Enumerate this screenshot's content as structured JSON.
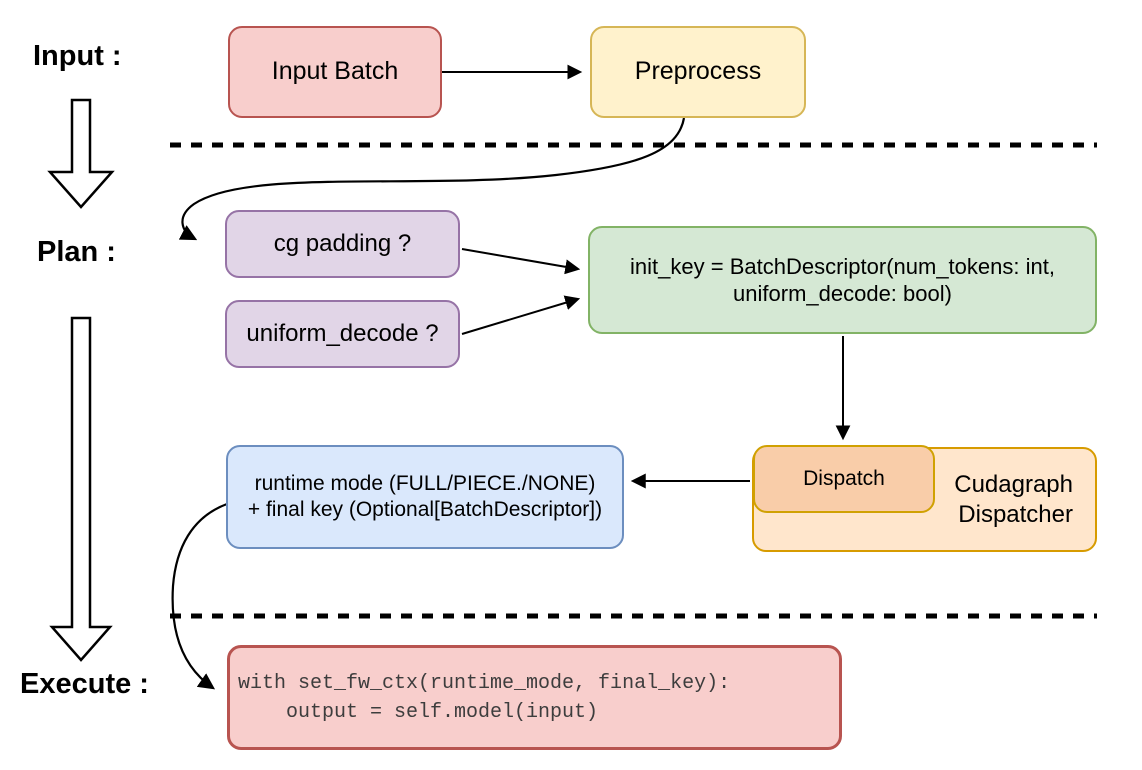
{
  "sections": {
    "input_label": "Input :",
    "plan_label": "Plan :",
    "execute_label": "Execute :"
  },
  "nodes": {
    "input_batch": {
      "label": "Input Batch"
    },
    "preprocess": {
      "label": "Preprocess"
    },
    "cg_padding": {
      "label": "cg padding ?"
    },
    "uniform_decode": {
      "label": "uniform_decode ?"
    },
    "init_key": {
      "line1": "init_key = BatchDescriptor(num_tokens: int,",
      "line2": "uniform_decode: bool)"
    },
    "dispatch": {
      "label": "Dispatch"
    },
    "cudagraph_dispatcher": {
      "line1": "Cudagraph",
      "line2": "Dispatcher"
    },
    "runtime_mode": {
      "line1": "runtime mode (FULL/PIECE./NONE)",
      "line2": "+ final key (Optional[BatchDescriptor])"
    },
    "execute_code": {
      "line1": "with set_fw_ctx(runtime_mode, final_key):",
      "line2": "    output = self.model(input)"
    }
  },
  "colors": {
    "red_fill": "#F8CECC",
    "red_stroke": "#B85450",
    "yellow_fill": "#FFF2CC",
    "yellow_stroke": "#D6B656",
    "purple_fill": "#E1D5E7",
    "purple_stroke": "#9673A6",
    "green_fill": "#D5E8D4",
    "green_stroke": "#82B366",
    "blue_fill": "#DAE8FC",
    "blue_stroke": "#6C8EBF",
    "orange_outer_fill": "#FFE6CC",
    "orange_outer_stroke": "#D79B00",
    "orange_inner_fill": "#F9CDA9",
    "orange_inner_stroke": "#D0A102",
    "connector": "#000000",
    "code_text": "#3d3d3d"
  }
}
